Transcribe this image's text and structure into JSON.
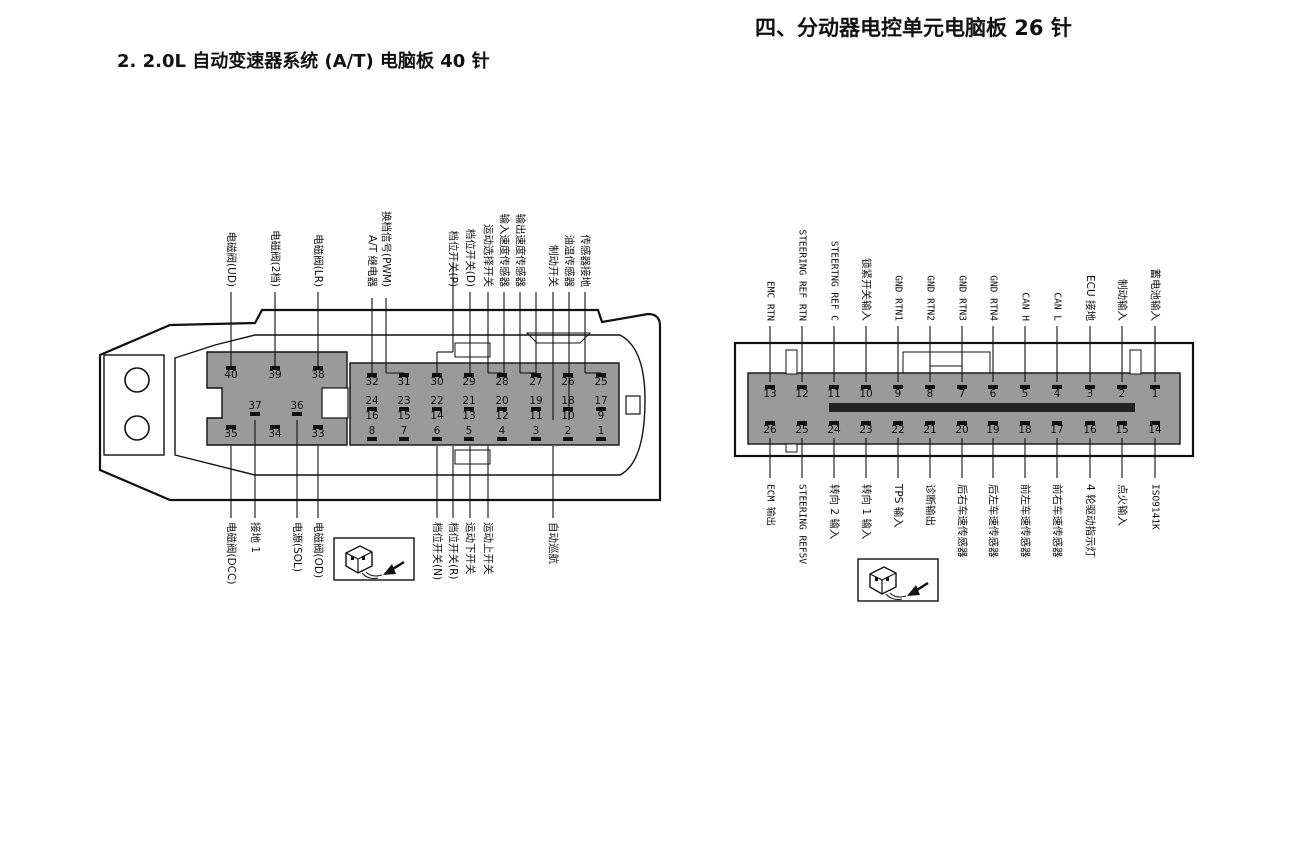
{
  "titles": {
    "left": "2. 2.0L 自动变速器系统 (A/T) 电脑板 40 针",
    "right": "四、分动器电控单元电脑板 26 针"
  },
  "connector40": {
    "pins": {
      "p1": "1",
      "p2": "2",
      "p3": "3",
      "p4": "4",
      "p5": "5",
      "p6": "6",
      "p7": "7",
      "p8": "8",
      "p9": "9",
      "p10": "10",
      "p11": "11",
      "p12": "12",
      "p13": "13",
      "p14": "14",
      "p15": "15",
      "p16": "16",
      "p17": "17",
      "p18": "18",
      "p19": "19",
      "p20": "20",
      "p21": "21",
      "p22": "22",
      "p23": "23",
      "p24": "24",
      "p25": "25",
      "p26": "26",
      "p27": "27",
      "p28": "28",
      "p29": "29",
      "p30": "30",
      "p31": "31",
      "p32": "32",
      "p33": "33",
      "p34": "34",
      "p35": "35",
      "p36": "36",
      "p37": "37",
      "p38": "38",
      "p39": "39",
      "p40": "40"
    },
    "top_labels": {
      "l40": "电磁阀(UD)",
      "l39": "电磁阀(2档)",
      "l38": "电磁阀(LR)",
      "l32a": "换档信号(PWM)",
      "l32b": "A/T 继电器",
      "l30": "档位开关(P)",
      "l29": "档位开关(D)",
      "l28a": "运动选择开关",
      "l28b": "输入速度传感器",
      "l27a": "输出速度传感器",
      "l27b": "制动开关",
      "l26": "油温传感器",
      "l25": "传感器接地"
    },
    "bottom_labels": {
      "b35": "电磁阀(DCC)",
      "b37": "接地 1",
      "b36": "电源(SOL)",
      "b33": "电磁阀(OD)",
      "b6": "档位开关(N)",
      "b5": "档位开关(R)",
      "b4a": "运动下开关",
      "b4b": "运动上开关",
      "b3": "自动巡航"
    }
  },
  "connector26": {
    "pins": {
      "p1": "1",
      "p2": "2",
      "p3": "3",
      "p4": "4",
      "p5": "5",
      "p6": "6",
      "p7": "7",
      "p8": "8",
      "p9": "9",
      "p10": "10",
      "p11": "11",
      "p12": "12",
      "p13": "13",
      "p14": "14",
      "p15": "15",
      "p16": "16",
      "p17": "17",
      "p18": "18",
      "p19": "19",
      "p20": "20",
      "p21": "21",
      "p22": "22",
      "p23": "23",
      "p24": "24",
      "p25": "25",
      "p26": "26"
    },
    "top_labels": {
      "t13": "EMC RTN",
      "t12": "STEERING REF RTN",
      "t11": "STEERTNG REF C",
      "t10": "锁紧开关输入",
      "t9": "GND RTN1",
      "t8": "GND RTN2",
      "t7": "GND RTN3",
      "t6": "GND RTN4",
      "t5": "CAN H",
      "t4": "CAN L",
      "t3": "ECU 接地",
      "t2": "制动输入",
      "t1": "蓄电池输入"
    },
    "bottom_labels": {
      "b26": "ECM 输出",
      "b25": "STEERING REF5V",
      "b24": "转向 2 输入",
      "b23": "转向 1 输入",
      "b22": "TPS 输入",
      "b21": "诊断输出",
      "b20": "后右车速传感器",
      "b19": "后左车速传感器",
      "b18": "前左车速传感器",
      "b17": "前右车速传感器",
      "b16": "4 轮驱动指示灯",
      "b15": "点火输入",
      "b14": "ISO9141K"
    }
  }
}
